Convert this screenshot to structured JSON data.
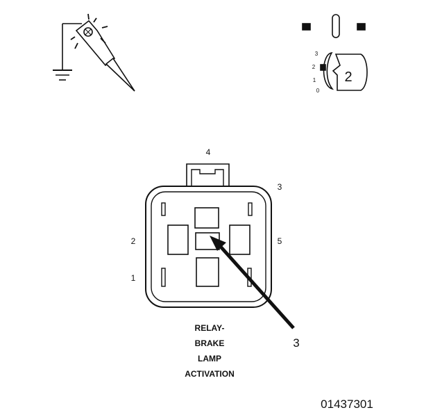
{
  "ignition_positions": [
    "3",
    "2",
    "1",
    "0"
  ],
  "ignition_key_label": "2",
  "connector": {
    "cavity_labels": {
      "top": "4",
      "upper_right": "3",
      "left": "2",
      "right": "5",
      "lower_left": "1"
    },
    "title_lines": [
      "RELAY-",
      "BRAKE",
      "LAMP",
      "ACTIVATION"
    ]
  },
  "callout_number": "3",
  "figure_number": "01437301",
  "colors": {
    "line": "#111111",
    "background": "#ffffff"
  }
}
